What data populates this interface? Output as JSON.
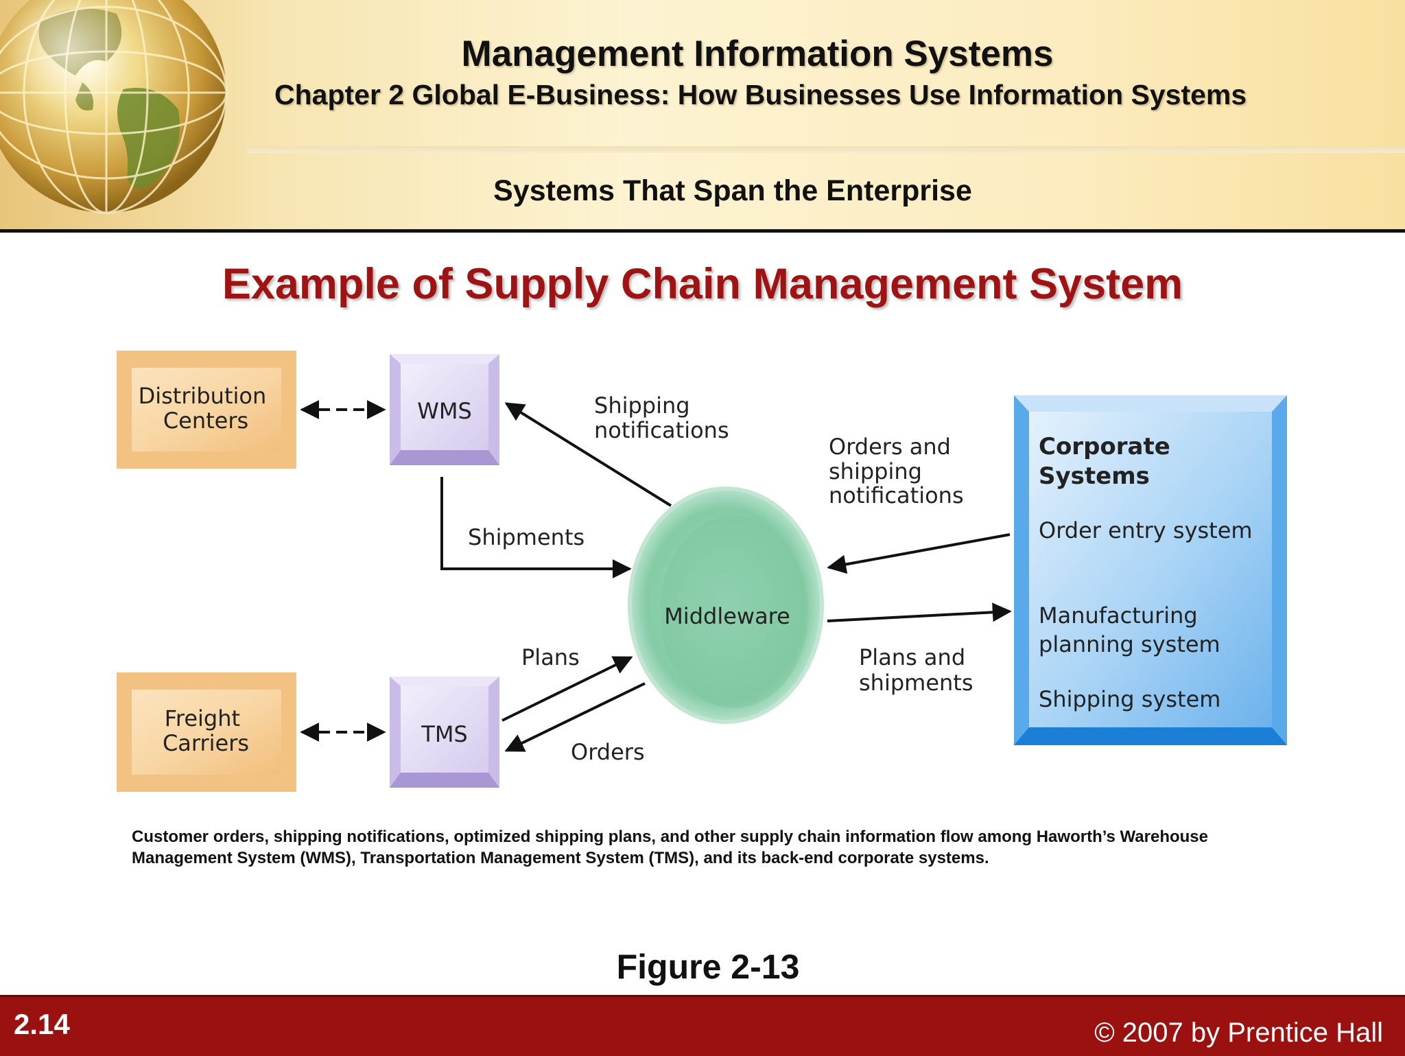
{
  "header": {
    "main_title": "Management Information Systems",
    "chapter_title": "Chapter 2 Global E-Business: How Businesses Use Information Systems",
    "section_title": "Systems That Span the Enterprise"
  },
  "slide_title": "Example of Supply Chain Management System",
  "diagram": {
    "distribution_centers": [
      "Distribution",
      "Centers"
    ],
    "freight_carriers": [
      "Freight",
      "Carriers"
    ],
    "wms": "WMS",
    "tms": "TMS",
    "middleware": "Middleware",
    "corporate_title": [
      "Corporate",
      "Systems"
    ],
    "order_entry": "Order entry system",
    "manufacturing": [
      "Manufacturing",
      "planning system"
    ],
    "shipping_system": "Shipping system",
    "shipping_notifications": [
      "Shipping",
      "notifications"
    ],
    "shipments": "Shipments",
    "plans": "Plans",
    "orders": "Orders",
    "orders_and_shipping": [
      "Orders and",
      "shipping",
      "notifications"
    ],
    "plans_and_shipments": [
      "Plans and",
      "shipments"
    ]
  },
  "caption": "Customer orders, shipping notifications, optimized shipping plans, and other supply chain information flow among Haworth’s Warehouse Management System (WMS), Transportation Management System (TMS), and its back-end corporate systems.",
  "figure_label": "Figure 2-13",
  "footer": {
    "slide_number": "2.14",
    "copyright": "© 2007 by Prentice Hall"
  },
  "colors": {
    "title_red": "#9e1414",
    "footer_red": "#9b1110",
    "box_orange": "#f6c98a",
    "box_purple": "#d8cdef",
    "middleware_green": "#7cc6a0",
    "corporate_blue": "#6fb4ec"
  },
  "icons": [
    "globe-icon"
  ]
}
